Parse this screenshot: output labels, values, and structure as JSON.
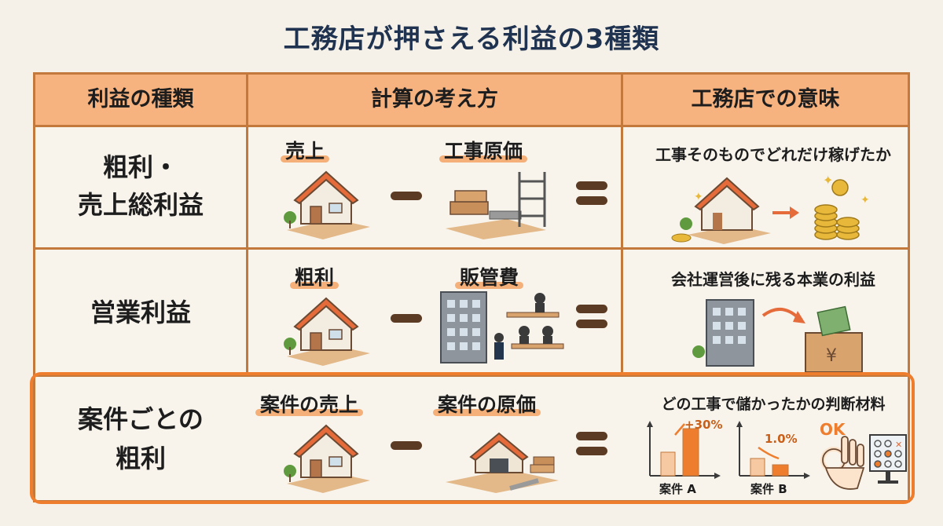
{
  "title": "工務店が押さえる利益の3種類",
  "headers": {
    "type": "利益の種類",
    "calc": "計算の考え方",
    "meaning": "工務店での意味"
  },
  "rows": [
    {
      "label_line1": "粗利・",
      "label_line2": "売上総利益",
      "left_term": "売上",
      "right_term": "工事原価",
      "meaning": "工事そのものでどれだけ稼げたか"
    },
    {
      "label_line1": "営業利益",
      "left_term": "粗利",
      "right_term": "販管費",
      "meaning": "会社運営後に残る本業の利益",
      "yen": "¥"
    },
    {
      "label_line1": "案件ごとの",
      "label_line2": "粗利",
      "left_term": "案件の売上",
      "right_term": "案件の原価",
      "meaning": "どの工事で儲かったかの判断材料",
      "chart_a_label": "案件 A",
      "chart_a_value": "+30%",
      "chart_b_label": "案件 B",
      "chart_b_value": "1.0%",
      "ok": "OK"
    }
  ],
  "colors": {
    "border": "#c4793c",
    "header_bg": "#f6b27f",
    "highlight": "#ee7d2e",
    "title": "#1f3350"
  }
}
